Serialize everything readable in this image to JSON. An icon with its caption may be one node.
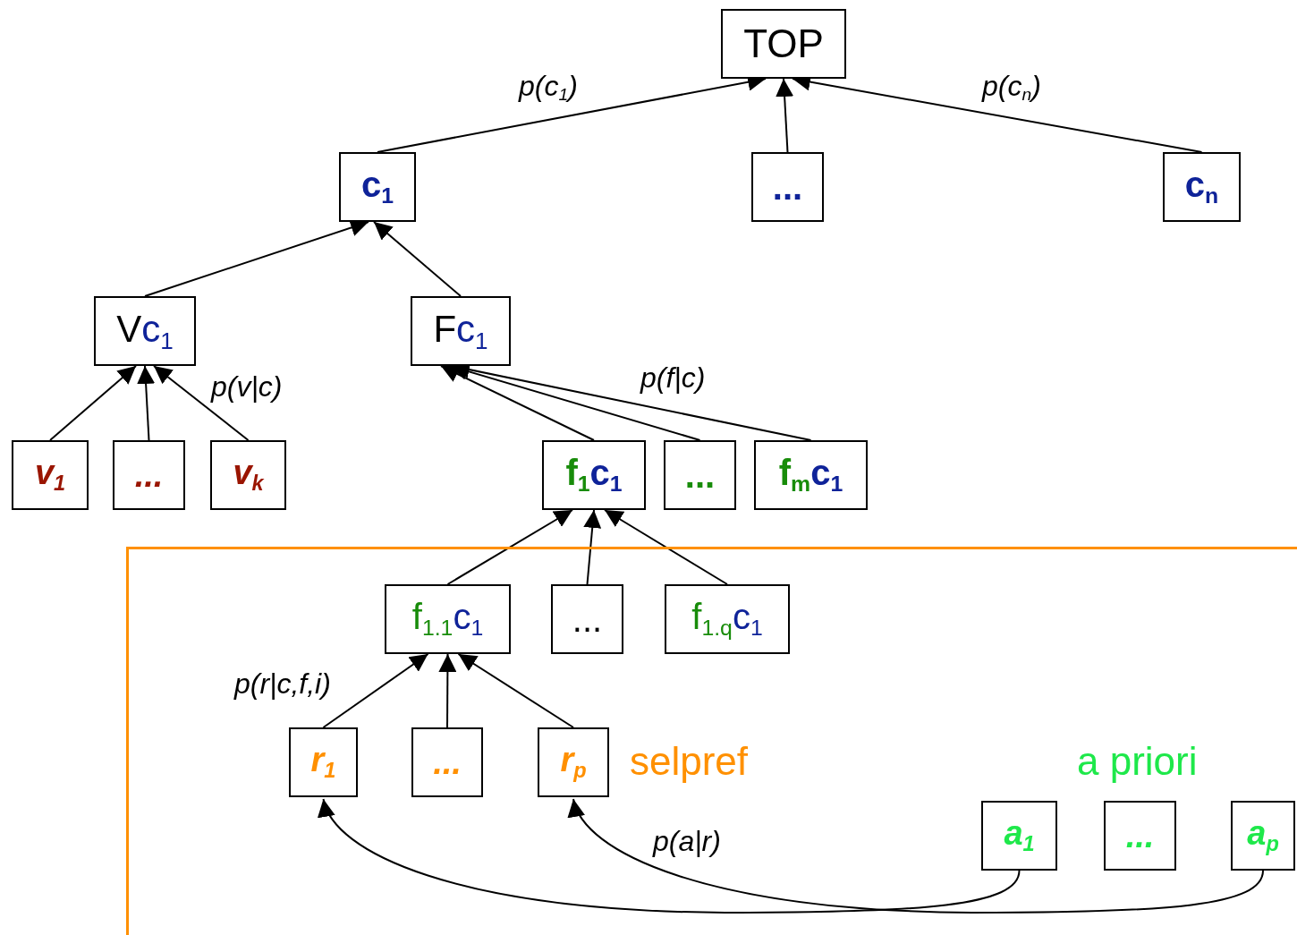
{
  "diagram": {
    "nodes": [
      {
        "text": [
          "TOP"
        ]
      },
      {
        "text": [
          "c$_{1}$"
        ]
      },
      {
        "text": [
          "..."
        ]
      },
      {
        "text": [
          "c$_{n}$"
        ]
      },
      {
        "text": [
          "Vc$_{1}$"
        ]
      },
      {
        "text": [
          "Fc$_{1}$"
        ]
      },
      {
        "text": [
          "v$_{1}$"
        ]
      },
      {
        "text": [
          "..."
        ]
      },
      {
        "text": [
          "v$_{k}$"
        ]
      },
      {
        "text": [
          "f$_{1}$c$_{1}$"
        ]
      },
      {
        "text": [
          "..."
        ]
      },
      {
        "text": [
          "f$_{m}$c$_{1}$"
        ]
      },
      {
        "text": [],
        "shape": "box"
      },
      {
        "text": [
          "f$_{1.1}$c$_{1}$"
        ],
        "in": 12
      },
      {
        "text": [
          "..."
        ],
        "in": 12
      },
      {
        "text": [
          "f$_{1.q}$c$_{1}$"
        ],
        "in": 12
      },
      {
        "text": [
          "r$_{1}$"
        ],
        "in": 12
      },
      {
        "text": [
          "..."
        ],
        "in": 12
      },
      {
        "text": [
          "r$_{p}$"
        ],
        "in": 12
      },
      {
        "text": [
          "a$_{1}$"
        ],
        "in": 12
      },
      {
        "text": [
          "..."
        ],
        "in": 12
      },
      {
        "text": [
          "a$_{p}$"
        ],
        "in": 12
      }
    ],
    "edges": [
      {
        "from": 1,
        "to": 0,
        "arrow": "to",
        "label": "p(c$_{1}$)"
      },
      {
        "from": 2,
        "to": 0,
        "arrow": "to"
      },
      {
        "from": 3,
        "to": 0,
        "arrow": "to",
        "label": "p(c$_{n}$)"
      },
      {
        "from": 4,
        "to": 1,
        "arrow": "to"
      },
      {
        "from": 5,
        "to": 1,
        "arrow": "to"
      },
      {
        "from": 6,
        "to": 4,
        "arrow": "to"
      },
      {
        "from": 7,
        "to": 4,
        "arrow": "to"
      },
      {
        "from": 8,
        "to": 4,
        "arrow": "to",
        "label": "p(v|c)"
      },
      {
        "from": 9,
        "to": 5,
        "arrow": "to"
      },
      {
        "from": 10,
        "to": 5,
        "arrow": "to"
      },
      {
        "from": 11,
        "to": 5,
        "arrow": "to",
        "label": "p(f|c)"
      },
      {
        "from": 13,
        "to": 9,
        "arrow": "to"
      },
      {
        "from": 14,
        "to": 9,
        "arrow": "to"
      },
      {
        "from": 15,
        "to": 9,
        "arrow": "to"
      },
      {
        "from": 16,
        "to": 13,
        "arrow": "to",
        "label": "p(r|c,f,i)"
      },
      {
        "from": 17,
        "to": 13,
        "arrow": "to"
      },
      {
        "from": 18,
        "to": 13,
        "arrow": "to"
      },
      {
        "from": 19,
        "to": 16,
        "arrow": "to"
      },
      {
        "from": 21,
        "to": 18,
        "arrow": "to",
        "label": "p(a|r)"
      }
    ],
    "labels": [
      "selpref",
      "a priori"
    ]
  }
}
